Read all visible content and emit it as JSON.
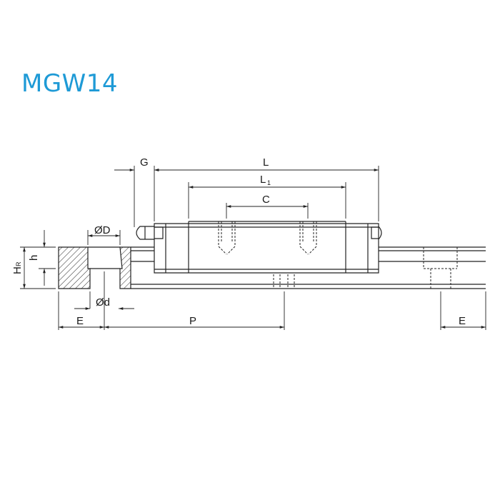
{
  "title": "MGW14",
  "colors": {
    "title": "#1e9ad6",
    "line": "#222222",
    "hatch": "#333333"
  },
  "dimensions": {
    "G": "G",
    "L": "L",
    "L1": "L",
    "L1_subscript": "1",
    "C": "C",
    "OD": "ØD",
    "Od": "Ød",
    "h": "h",
    "HR": "H",
    "HR_subscript": "R",
    "E_left": "E",
    "P": "P",
    "E_right": "E"
  }
}
